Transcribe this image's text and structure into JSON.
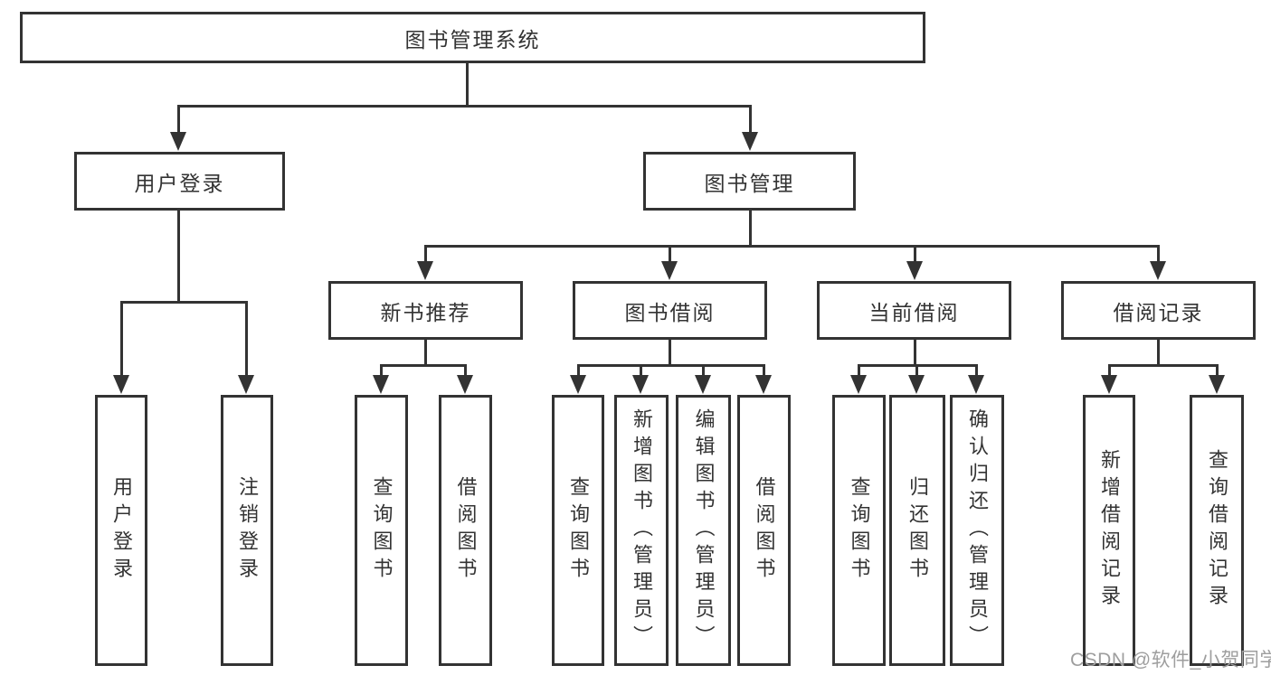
{
  "diagram": {
    "root_label": "图书管理系统",
    "level2": {
      "user_login": "用户登录",
      "book_management": "图书管理"
    },
    "level3": {
      "new_book_recommend": "新书推荐",
      "book_borrowing": "图书借阅",
      "current_borrowing": "当前借阅",
      "borrowing_records": "借阅记录"
    },
    "leaves": [
      "用户登录",
      "注销登录",
      "查询图书",
      "借阅图书",
      "查询图书",
      "新增图书（管理员）",
      "编辑图书（管理员）",
      "借阅图书",
      "查询图书",
      "归还图书",
      "确认归还（管理员）",
      "新增借阅记录",
      "查询借阅记录"
    ]
  },
  "watermark": {
    "text": "CSDN @软件_小贺同学",
    "color": "#9e9e9e"
  },
  "colors": {
    "line": "#333333",
    "box_border": "#333333",
    "text": "#333333",
    "background": "#ffffff"
  }
}
